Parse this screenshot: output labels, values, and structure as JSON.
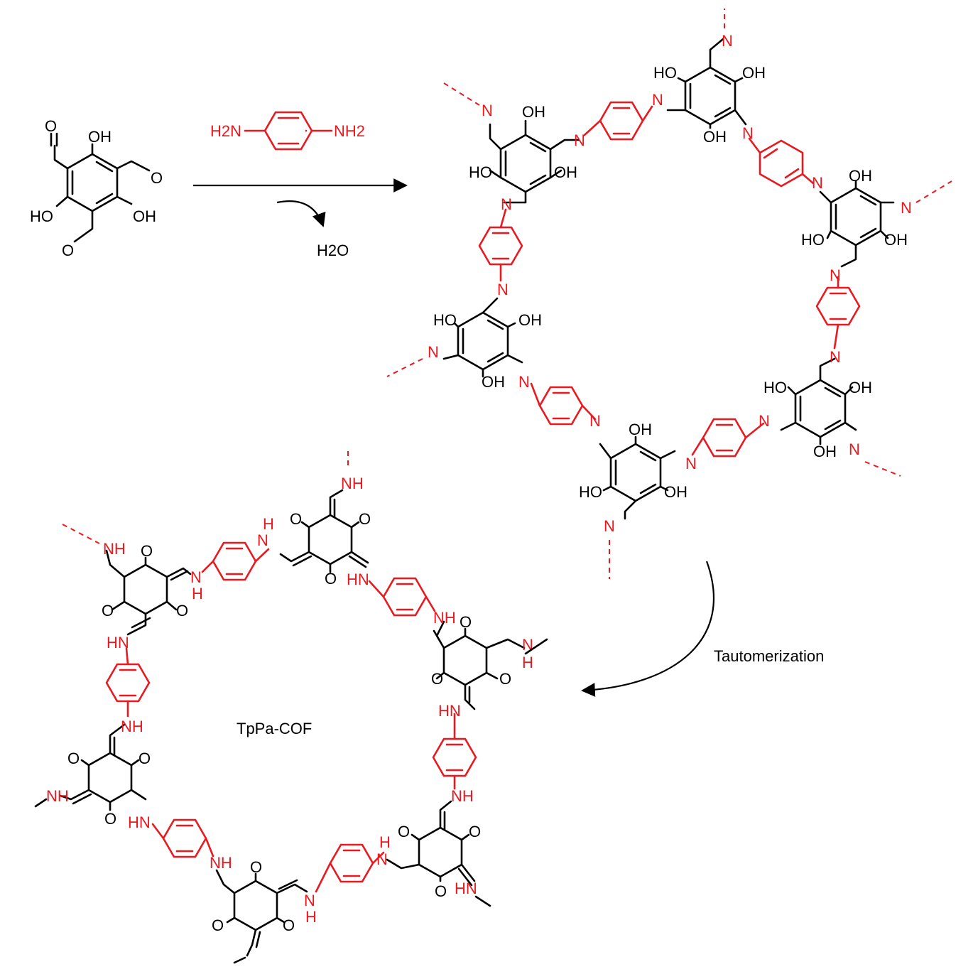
{
  "colors": {
    "framework": "#000000",
    "linker": "#e8191f"
  },
  "reagent_labels": {
    "amine_left": "H2N",
    "amine_right": "NH2",
    "byproduct": "H2O"
  },
  "atom_labels": {
    "hydroxyl": "OH",
    "hydroxyl_reversed": "HO",
    "carbonyl_oxygen": "O",
    "imine_nitrogen": "N",
    "amine": "NH",
    "amine_reversed": "HN",
    "hydrogen": "H"
  },
  "step_label": "Tautomerization",
  "product_name": "TpPa-COF"
}
